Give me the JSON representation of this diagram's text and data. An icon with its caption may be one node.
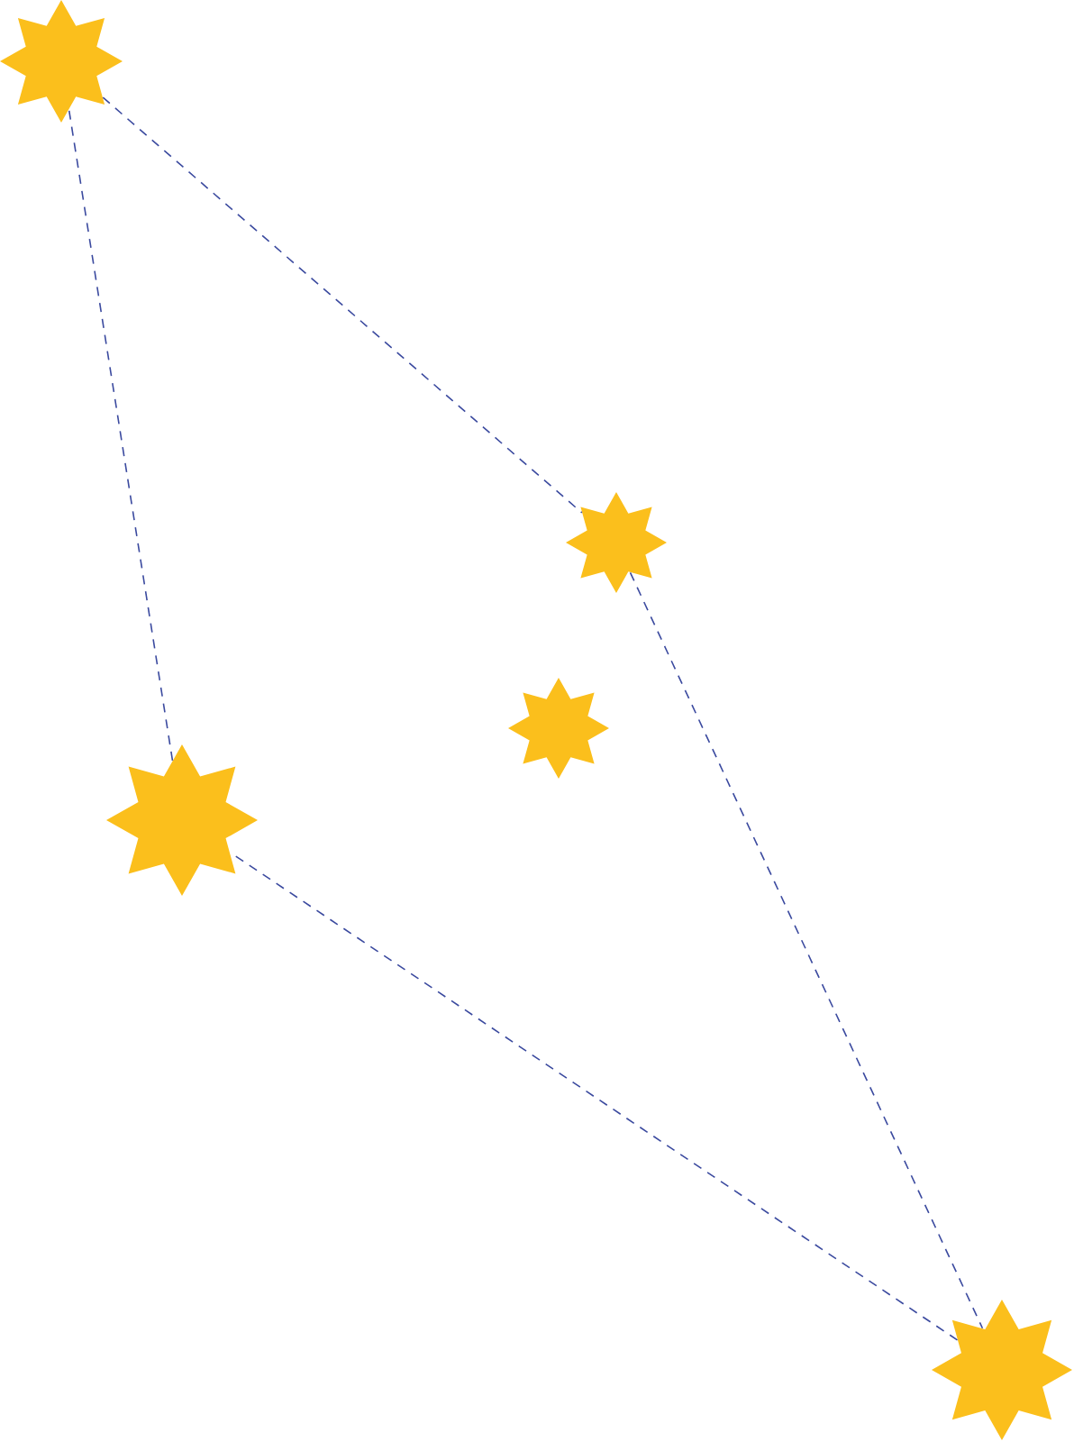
{
  "diagram": {
    "nodes": [
      {
        "text": [],
        "shape": "star"
      },
      {
        "text": [],
        "shape": "star"
      },
      {
        "text": [],
        "shape": "star"
      },
      {
        "text": [],
        "shape": "star"
      },
      {
        "text": [],
        "shape": "star"
      }
    ],
    "edges": [
      {
        "from": 0,
        "to": 1,
        "arrow": "none",
        "style": "dashed"
      },
      {
        "from": 1,
        "to": 4,
        "arrow": "none",
        "style": "dashed"
      },
      {
        "from": 4,
        "to": 3,
        "arrow": "none",
        "style": "dashed"
      },
      {
        "from": 3,
        "to": 0,
        "arrow": "none",
        "style": "dashed"
      }
    ]
  }
}
